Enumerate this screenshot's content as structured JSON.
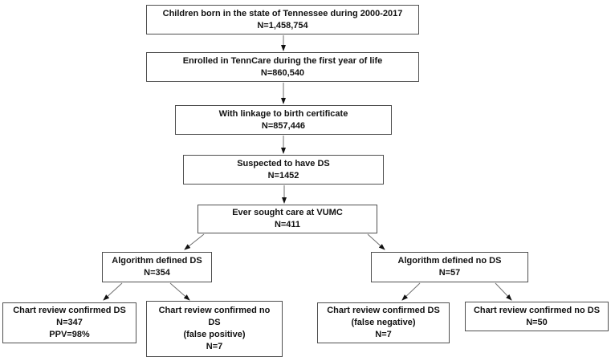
{
  "diagram": {
    "type": "flowchart",
    "colors": {
      "background": "#ffffff",
      "box_border": "#4f4f4f",
      "arrow_line": "#6e6e6e",
      "arrowhead": "#111111",
      "text": "#111111"
    },
    "nodes": {
      "born": {
        "label": "Children born in the state of Tennessee during 2000-2017",
        "n": "N=1,458,754"
      },
      "tenncare": {
        "label": "Enrolled in TennCare during the first year of life",
        "n": "N=860,540"
      },
      "birth_certificate": {
        "label": "With linkage to birth certificate",
        "n": "N=857,446"
      },
      "suspected_ds": {
        "label": "Suspected to have DS",
        "n": "N=1452"
      },
      "vumc": {
        "label": "Ever sought care at VUMC",
        "n": "N=411"
      },
      "algorithm_ds": {
        "label": "Algorithm defined DS",
        "n": "N=354"
      },
      "algorithm_no_ds": {
        "label": "Algorithm defined no DS",
        "n": "N=57"
      },
      "confirmed_ds": {
        "label": "Chart review confirmed DS",
        "n": "N=347",
        "extra": "PPV=98%"
      },
      "confirmed_no_ds_false_positive": {
        "label": "Chart review confirmed no DS",
        "note": "(false positive)",
        "n": "N=7"
      },
      "confirmed_ds_false_negative": {
        "label": "Chart review confirmed DS",
        "note": "(false negative)",
        "n": "N=7"
      },
      "confirmed_no_ds": {
        "label": "Chart review confirmed no DS",
        "n": "N=50"
      }
    }
  }
}
